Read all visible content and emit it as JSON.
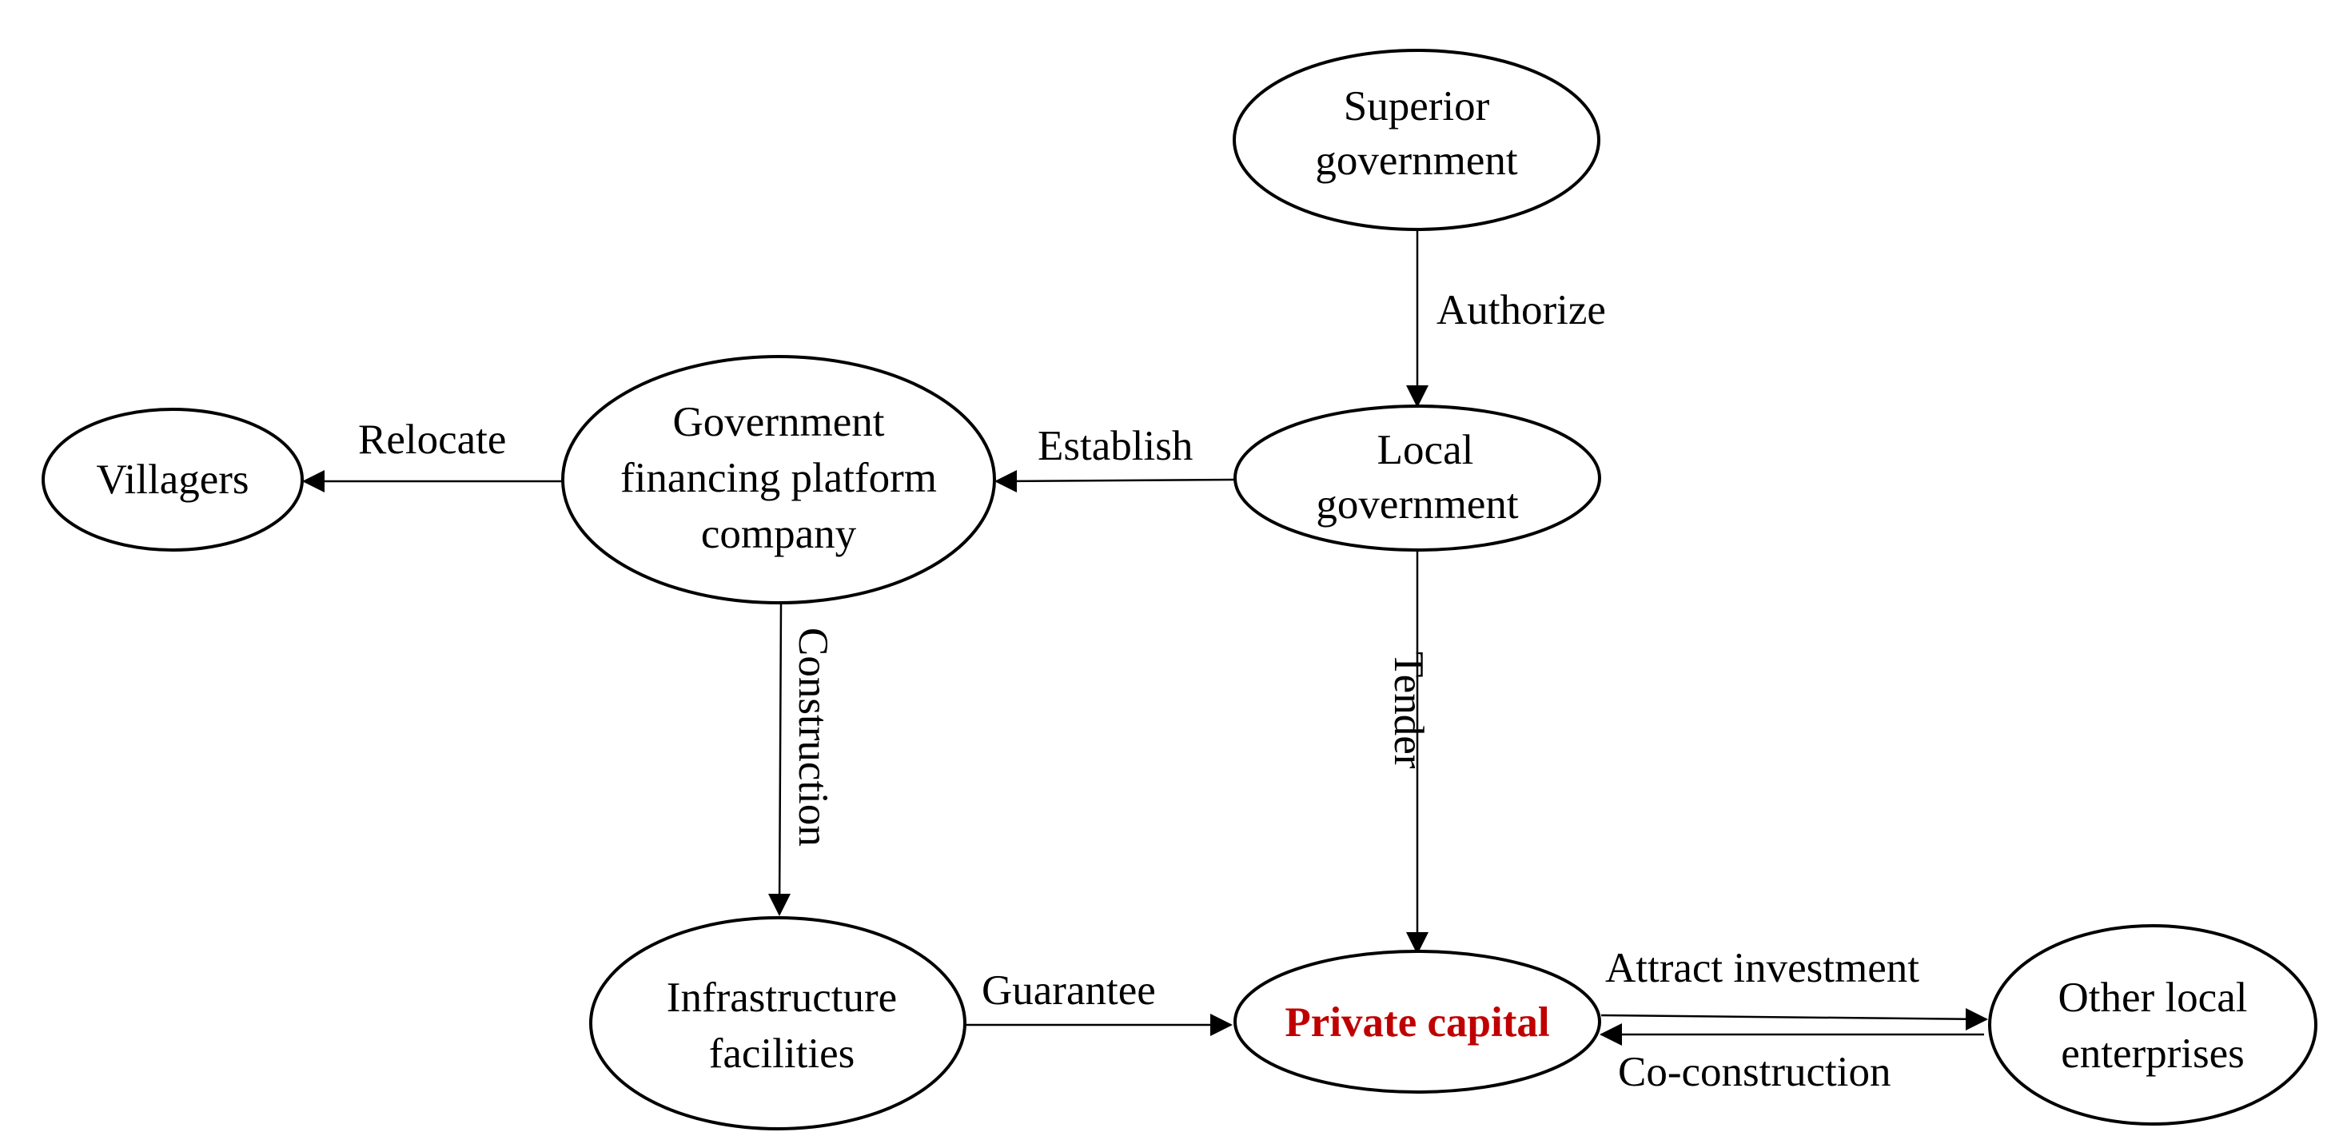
{
  "nodes": {
    "superior_government": {
      "lines": [
        "Superior",
        "government"
      ]
    },
    "local_government": {
      "lines": [
        "Local",
        "government"
      ]
    },
    "platform_company": {
      "lines": [
        "Government",
        "financing platform",
        "company"
      ]
    },
    "villagers": {
      "lines": [
        "Villagers"
      ]
    },
    "infrastructure": {
      "lines": [
        "Infrastructure",
        "facilities"
      ]
    },
    "private_capital": {
      "lines": [
        "Private capital"
      ],
      "color": "#c00000"
    },
    "other_enterprises": {
      "lines": [
        "Other local",
        "enterprises"
      ]
    }
  },
  "edges": {
    "authorize": {
      "label": "Authorize"
    },
    "establish": {
      "label": "Establish"
    },
    "relocate": {
      "label": "Relocate"
    },
    "construction": {
      "label": "Construction"
    },
    "tender": {
      "label": "Tender"
    },
    "guarantee": {
      "label": "Guarantee"
    },
    "attract_investment": {
      "label": "Attract investment"
    },
    "co_construction": {
      "label": "Co-construction"
    }
  }
}
